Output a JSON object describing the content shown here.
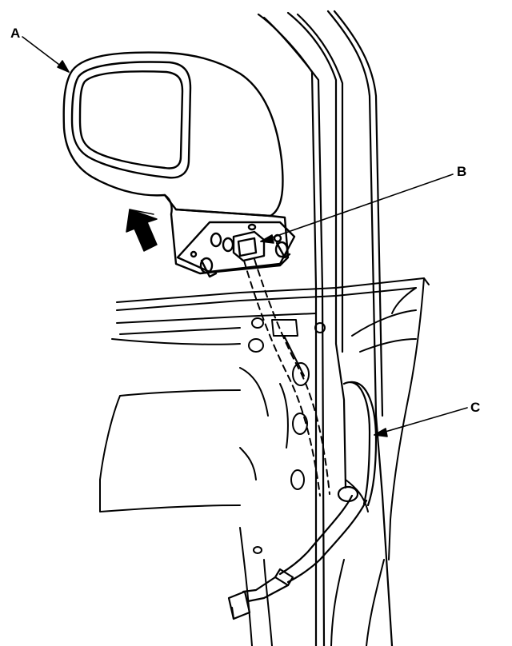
{
  "figure": {
    "callouts": [
      {
        "id": "A",
        "label": "A"
      },
      {
        "id": "B",
        "label": "B"
      },
      {
        "id": "C",
        "label": "C"
      }
    ],
    "icons": [
      "arrow-up-icon"
    ],
    "colors": {
      "line": "#000000",
      "background": "#ffffff"
    }
  }
}
